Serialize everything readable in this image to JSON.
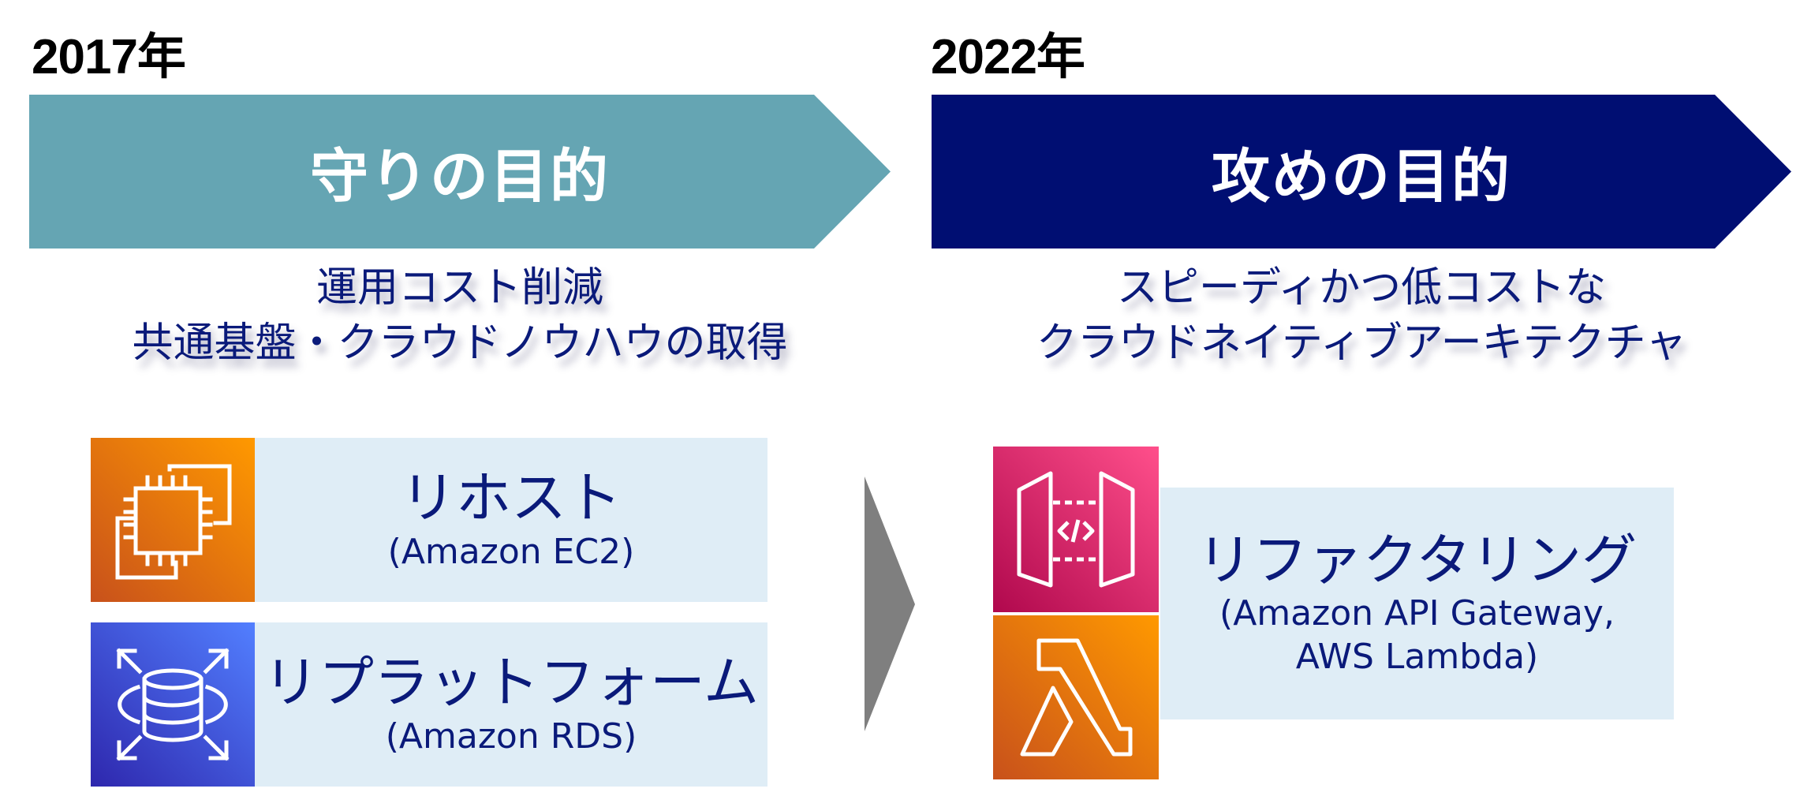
{
  "left_phase": {
    "year": "2017年",
    "banner_title": "守りの目的",
    "banner_color": "#65a5b3",
    "goal_lines": [
      "運用コスト削減",
      "共通基盤・クラウドノウハウの取得"
    ],
    "strategies": [
      {
        "title": "リホスト",
        "service": "(Amazon EC2)",
        "icon": "ec2-icon",
        "icon_colors": [
          "#c8511b",
          "#ff9900"
        ]
      },
      {
        "title": "リプラットフォーム",
        "service": "(Amazon RDS)",
        "icon": "rds-icon",
        "icon_colors": [
          "#2e27ad",
          "#527fff"
        ]
      }
    ]
  },
  "transition_arrow": {
    "icon": "chevron-right-icon",
    "color": "#7f7f7f"
  },
  "right_phase": {
    "year": "2022年",
    "banner_title": "攻めの目的",
    "banner_color": "#000e72",
    "goal_lines": [
      "スピーディかつ低コストな",
      "クラウドネイティブアーキテクチャ"
    ],
    "strategy": {
      "title": "リファクタリング",
      "service_lines": [
        "(Amazon API Gateway,",
        "AWS Lambda)"
      ],
      "icons": [
        {
          "icon": "api-gateway-icon",
          "icon_colors": [
            "#b0084d",
            "#ff4f8b"
          ]
        },
        {
          "icon": "lambda-icon",
          "icon_colors": [
            "#c8511b",
            "#ff9900"
          ]
        }
      ]
    }
  },
  "text_color": "#0a1a7a",
  "textbox_color": "#dfedf6"
}
